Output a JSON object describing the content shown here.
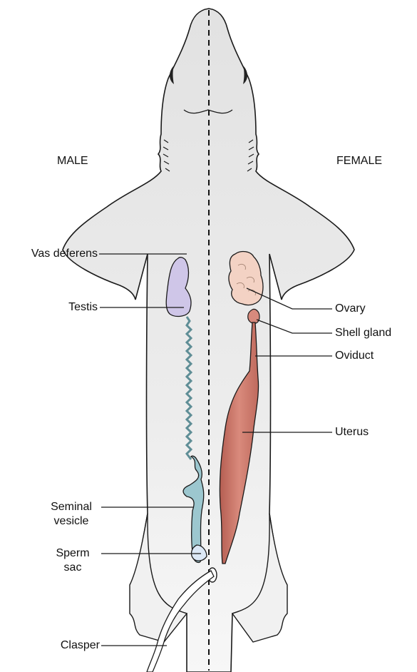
{
  "sides": {
    "male": "MALE",
    "female": "FEMALE"
  },
  "male_labels": {
    "testis": "Testis",
    "vas_deferens": "Vas deferens",
    "seminal_vesicle_1": "Seminal",
    "seminal_vesicle_2": "vesicle",
    "sperm_sac_1": "Sperm",
    "sperm_sac_2": "sac",
    "clasper": "Clasper"
  },
  "female_labels": {
    "ovary": "Ovary",
    "shell_gland": "Shell gland",
    "oviduct": "Oviduct",
    "uterus": "Uterus"
  },
  "colors": {
    "body_fill": "#e6e6e6",
    "outline": "#1a1a1a",
    "testis": "#cfc6e8",
    "vas_deferens": "#9cc7cf",
    "sperm_sac": "#dce8f6",
    "ovary": "#f3d2c4",
    "uterus": "#cf7a6d"
  }
}
